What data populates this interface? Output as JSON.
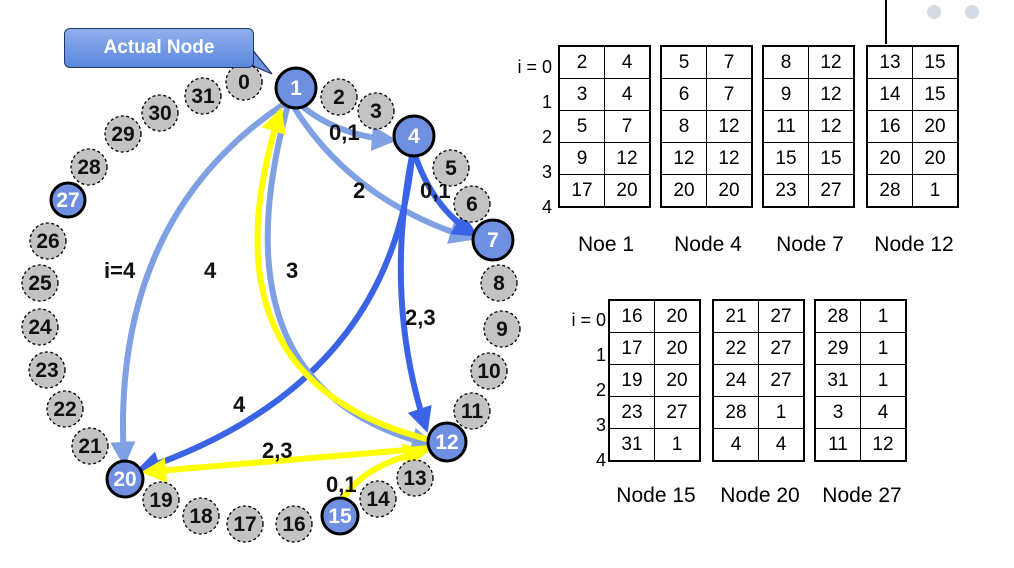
{
  "callout": {
    "text": "Actual Node"
  },
  "ring": {
    "nodes": [
      "0",
      "1",
      "2",
      "3",
      "4",
      "5",
      "6",
      "7",
      "8",
      "9",
      "10",
      "11",
      "12",
      "13",
      "14",
      "15",
      "16",
      "17",
      "18",
      "19",
      "20",
      "21",
      "22",
      "23",
      "24",
      "25",
      "26",
      "27",
      "28",
      "29",
      "30",
      "31"
    ],
    "active_nodes": [
      "1",
      "4",
      "7",
      "12",
      "15",
      "20",
      "27"
    ],
    "edge_labels": [
      "0,1",
      "2",
      "0,1",
      "i=4",
      "4",
      "3",
      "2,3",
      "4",
      "2,3",
      "0,1"
    ]
  },
  "colors": {
    "inactive_fill": "#c3c3c3",
    "active_fill": "#6f8fe0",
    "light_edge": "#7fa0e3",
    "dark_edge": "#3a63e6",
    "yellow_edge": "#ffff00"
  },
  "finger_tables": {
    "top_index": [
      "i = 0",
      "1",
      "2",
      "3",
      "4"
    ],
    "bottom_index": [
      "i = 0",
      "1",
      "2",
      "3",
      "4"
    ],
    "top": [
      {
        "caption": "Noe 1",
        "rows": [
          [
            "2",
            "4"
          ],
          [
            "3",
            "4"
          ],
          [
            "5",
            "7"
          ],
          [
            "9",
            "12"
          ],
          [
            "17",
            "20"
          ]
        ]
      },
      {
        "caption": "Node 4",
        "rows": [
          [
            "5",
            "7"
          ],
          [
            "6",
            "7"
          ],
          [
            "8",
            "12"
          ],
          [
            "12",
            "12"
          ],
          [
            "20",
            "20"
          ]
        ]
      },
      {
        "caption": "Node 7",
        "rows": [
          [
            "8",
            "12"
          ],
          [
            "9",
            "12"
          ],
          [
            "11",
            "12"
          ],
          [
            "15",
            "15"
          ],
          [
            "23",
            "27"
          ]
        ]
      },
      {
        "caption": "Node 12",
        "rows": [
          [
            "13",
            "15"
          ],
          [
            "14",
            "15"
          ],
          [
            "16",
            "20"
          ],
          [
            "20",
            "20"
          ],
          [
            "28",
            "1"
          ]
        ]
      }
    ],
    "bottom": [
      {
        "caption": "Node 15",
        "rows": [
          [
            "16",
            "20"
          ],
          [
            "17",
            "20"
          ],
          [
            "19",
            "20"
          ],
          [
            "23",
            "27"
          ],
          [
            "31",
            "1"
          ]
        ]
      },
      {
        "caption": "Node 20",
        "rows": [
          [
            "21",
            "27"
          ],
          [
            "22",
            "27"
          ],
          [
            "24",
            "27"
          ],
          [
            "28",
            "1"
          ],
          [
            "4",
            "4"
          ]
        ]
      },
      {
        "caption": "Node 27",
        "rows": [
          [
            "28",
            "1"
          ],
          [
            "29",
            "1"
          ],
          [
            "31",
            "1"
          ],
          [
            "3",
            "4"
          ],
          [
            "11",
            "12"
          ]
        ]
      }
    ]
  }
}
